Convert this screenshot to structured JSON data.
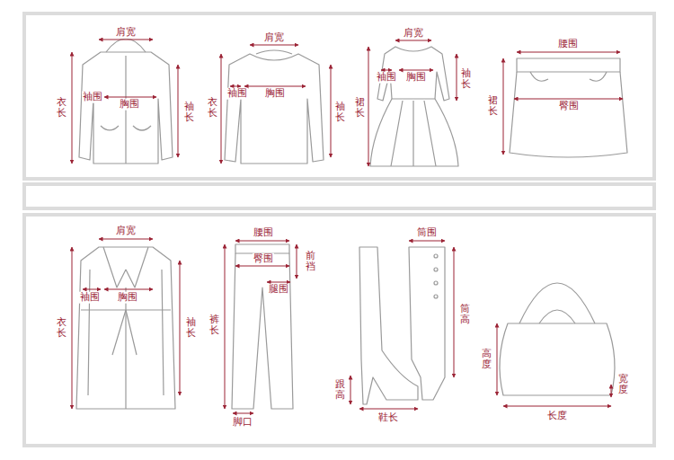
{
  "diagram": {
    "labels": [
      "肩宽",
      "衣长",
      "袖围",
      "胸围",
      "袖长",
      "肩宽",
      "衣长",
      "袖围",
      "胸围",
      "袖长",
      "肩宽",
      "裙长",
      "袖围",
      "胸围",
      "袖长",
      "腰围",
      "裙长",
      "臀围",
      "肩宽",
      "衣长",
      "袖围",
      "胸围",
      "袖长",
      "腰围",
      "臀围",
      "前裆",
      "腿围",
      "裤长",
      "脚口",
      "筒围",
      "筒高",
      "跟高",
      "鞋长",
      "高度",
      "宽度",
      "长度"
    ]
  }
}
